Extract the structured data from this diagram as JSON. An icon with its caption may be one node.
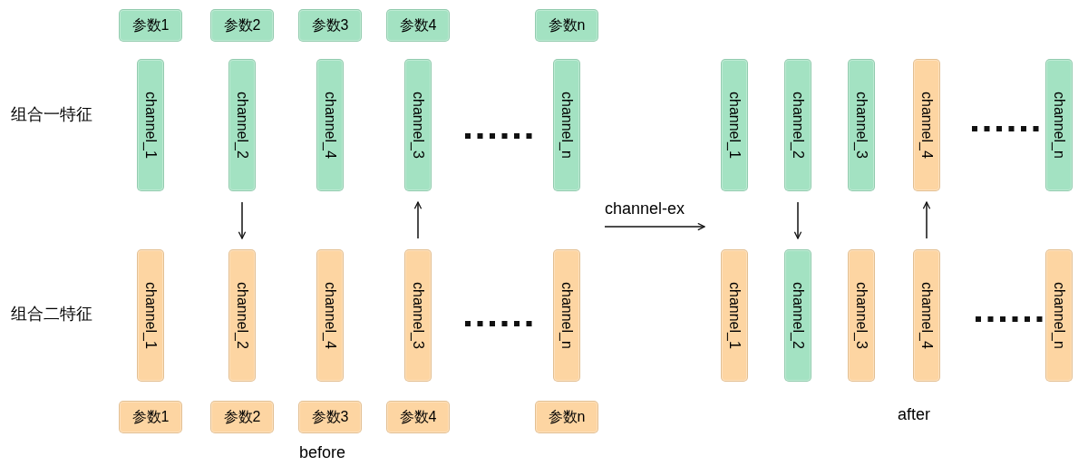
{
  "diagram": {
    "nodes": [
      {
        "text": [
          "参数1"
        ]
      },
      {
        "text": [
          "参数2"
        ]
      },
      {
        "text": [
          "参数3"
        ]
      },
      {
        "text": [
          "参数4"
        ]
      },
      {
        "text": [
          "参数n"
        ]
      },
      {
        "text": [
          "channel_1"
        ]
      },
      {
        "text": [
          "channel_2"
        ]
      },
      {
        "text": [
          "channel_4"
        ]
      },
      {
        "text": [
          "channel_3"
        ]
      },
      {
        "text": [
          "channel_n"
        ]
      },
      {
        "text": [
          "channel_1"
        ]
      },
      {
        "text": [
          "channel_2"
        ]
      },
      {
        "text": [
          "channel_3"
        ]
      },
      {
        "text": [
          "channel_4"
        ]
      },
      {
        "text": [
          "channel_n"
        ]
      },
      {
        "text": [
          "channel_1"
        ]
      },
      {
        "text": [
          "channel_2"
        ]
      },
      {
        "text": [
          "channel_4"
        ]
      },
      {
        "text": [
          "channel_3"
        ]
      },
      {
        "text": [
          "channel_n"
        ]
      },
      {
        "text": [
          "channel_1"
        ]
      },
      {
        "text": [
          "channel_2"
        ]
      },
      {
        "text": [
          "channel_3"
        ]
      },
      {
        "text": [
          "channel_4"
        ]
      },
      {
        "text": [
          "channel_n"
        ]
      },
      {
        "text": [
          "参数1"
        ]
      },
      {
        "text": [
          "参数2"
        ]
      },
      {
        "text": [
          "参数3"
        ]
      },
      {
        "text": [
          "参数4"
        ]
      },
      {
        "text": [
          "参数n"
        ]
      }
    ],
    "edges": [
      {
        "from": 6,
        "to": 16,
        "arrow": "to"
      },
      {
        "from": 18,
        "to": 8,
        "arrow": "to"
      },
      {
        "from": 11,
        "to": 21,
        "arrow": "to"
      },
      {
        "from": 23,
        "to": 13,
        "arrow": "to"
      }
    ],
    "labels": [
      "组合一特征",
      "channel-ex",
      "组合二特征",
      "before",
      "after"
    ]
  }
}
